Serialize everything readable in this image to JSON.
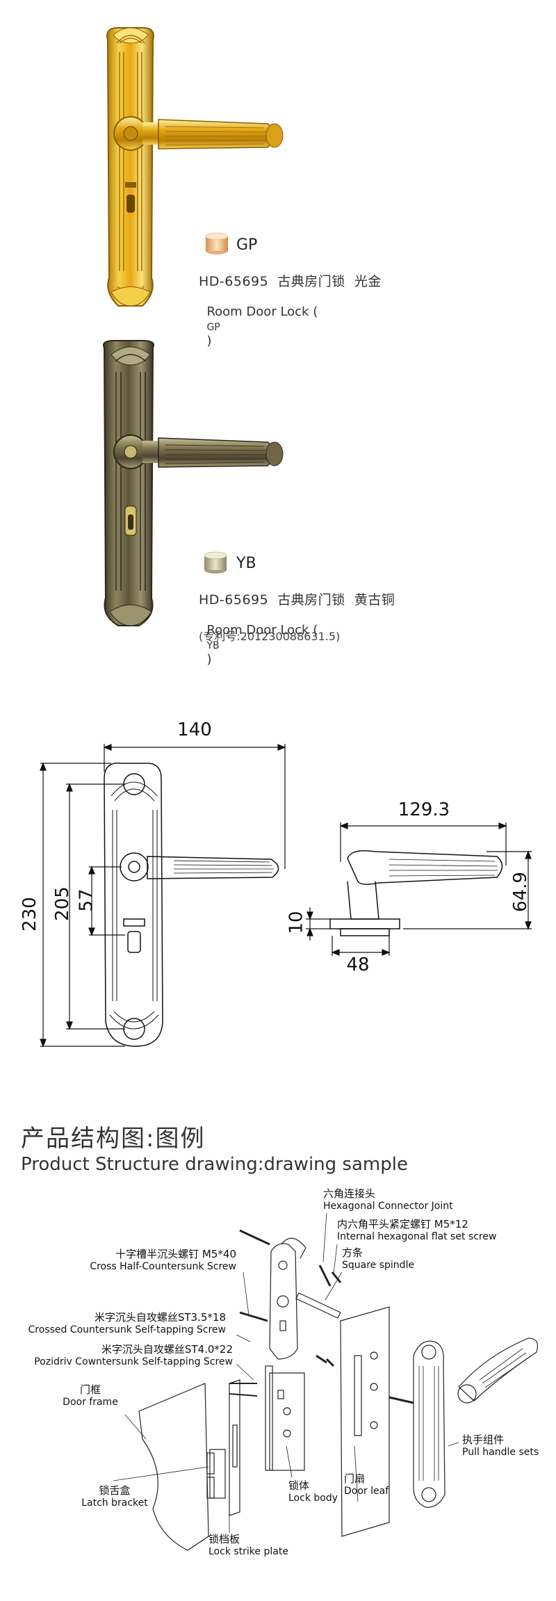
{
  "products": [
    {
      "finish_code": "GP",
      "model_line_cn": "HD-65695  古典房门锁  光金",
      "model_line_en_prefix": "Room Door Lock (",
      "model_line_en_code": "GP",
      "model_line_en_suffix": ")",
      "plate_color": "#e0ac10",
      "plate_highlight": "#fbe06a",
      "swatch_color": "#f0b98a"
    },
    {
      "finish_code": "YB",
      "model_line_cn": "HD-65695  古典房门锁  黄古铜",
      "model_line_en_prefix": "Room Door Lock (",
      "model_line_en_code": "YB",
      "model_line_en_suffix": ")",
      "patent": "(专利号:201230088631.5)",
      "plate_color": "#5a5338",
      "plate_highlight": "#a39a72",
      "swatch_color": "#c8c2a6"
    }
  ],
  "dimensions": {
    "width": "140",
    "height_total": "230",
    "height_inner": "205",
    "spindle_offset": "57",
    "lever_length": "129.3",
    "lever_height": "64.9",
    "rose_thickness": "10",
    "rose_width": "48"
  },
  "structure": {
    "title_cn": "产品结构图:图例",
    "title_en": "Product Structure drawing:drawing sample",
    "labels": {
      "hex_joint_cn": "六角连接头",
      "hex_joint_en": "Hexagonal Connector Joint",
      "set_screw_cn": "内六角平头紧定螺钉 M5*12",
      "set_screw_en": "Internal hexagonal flat set screw",
      "spindle_cn": "方条",
      "spindle_en": "Square spindle",
      "cross_screw_cn": "十字槽半沉头螺钉 M5*40",
      "cross_screw_en": "Cross Half-Countersunk Screw",
      "tap_screw_a_cn": "米字沉头自攻螺丝ST3.5*18",
      "tap_screw_a_en": "Crossed Countersunk Self-tapping Screw",
      "tap_screw_b_cn": "米字沉头自攻螺丝ST4.0*22",
      "tap_screw_b_en": "Pozidriv Cowntersunk Self-tapping Screw",
      "door_frame_cn": "门框",
      "door_frame_en": "Door frame",
      "latch_bracket_cn": "锁舌盒",
      "latch_bracket_en": "Latch bracket",
      "strike_plate_cn": "锁档板",
      "strike_plate_en": "Lock strike plate",
      "lock_body_cn": "锁体",
      "lock_body_en": "Lock body",
      "door_leaf_cn": "门扇",
      "door_leaf_en": "Door leaf",
      "handle_sets_cn": "执手组件",
      "handle_sets_en": "Pull handle sets"
    }
  }
}
